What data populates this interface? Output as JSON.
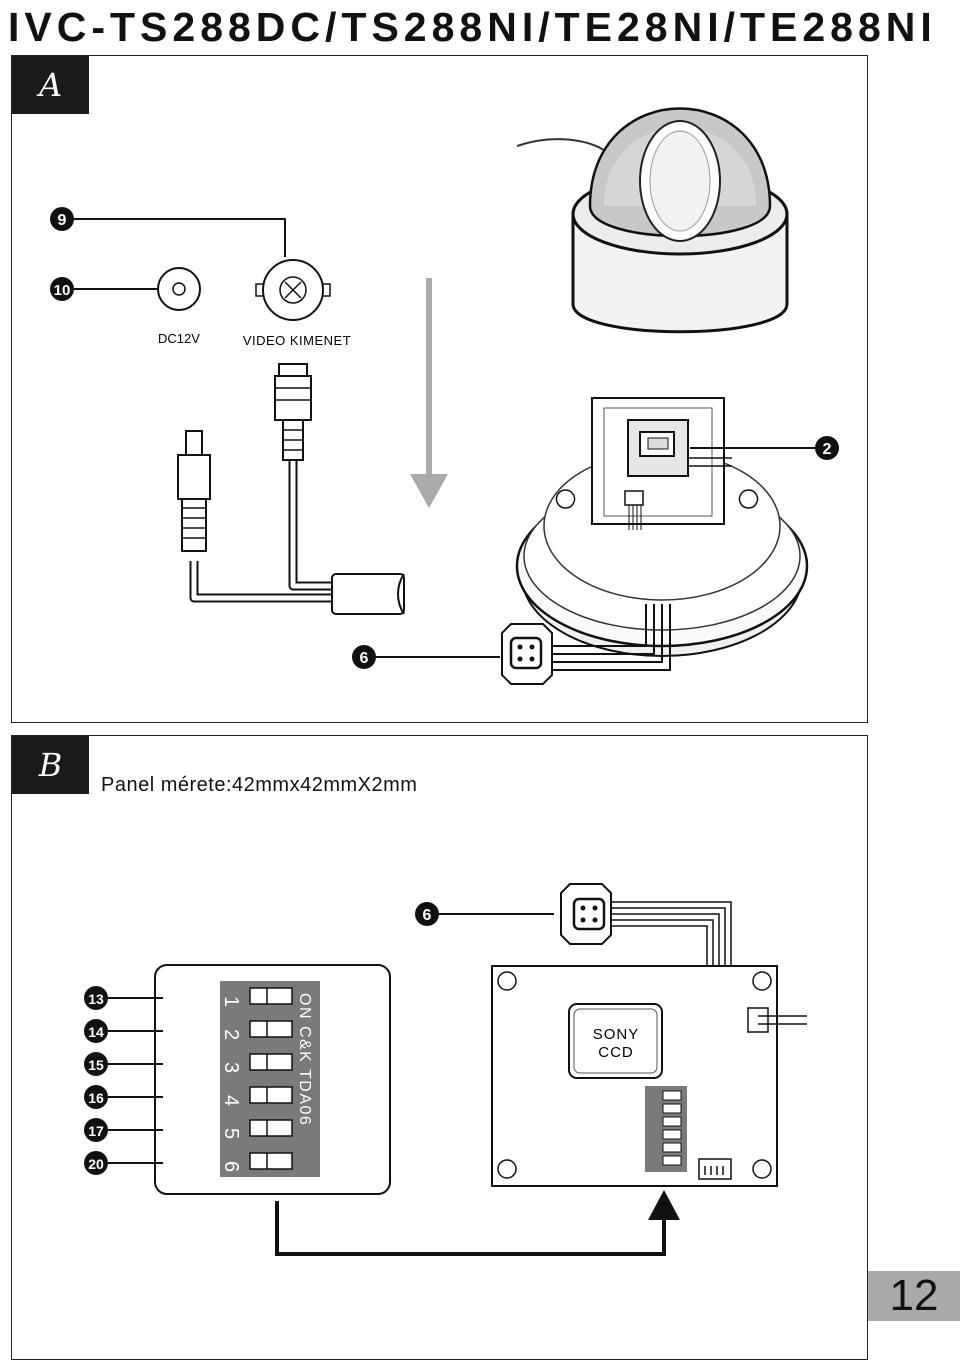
{
  "page_title": "IVC-TS288DC/TS288NI/TE28NI/TE288NI",
  "panel_a": {
    "tag": "A",
    "connector_labels": {
      "dc": "DC12V",
      "video": "VIDEO KIMENET"
    },
    "callouts": [
      "9",
      "10",
      "2",
      "6"
    ]
  },
  "panel_b": {
    "tag": "B",
    "note": "Panel mérete:42mmx42mmX2mm",
    "callout_6": "6",
    "dip_callouts": [
      "13",
      "14",
      "15",
      "16",
      "17",
      "20"
    ],
    "dip_numbers": [
      "1",
      "2",
      "3",
      "4",
      "5",
      "6"
    ],
    "dip_text": "ON C&K TDA06",
    "sensor_label": [
      "SONY",
      "CCD"
    ]
  },
  "page_number": "12"
}
